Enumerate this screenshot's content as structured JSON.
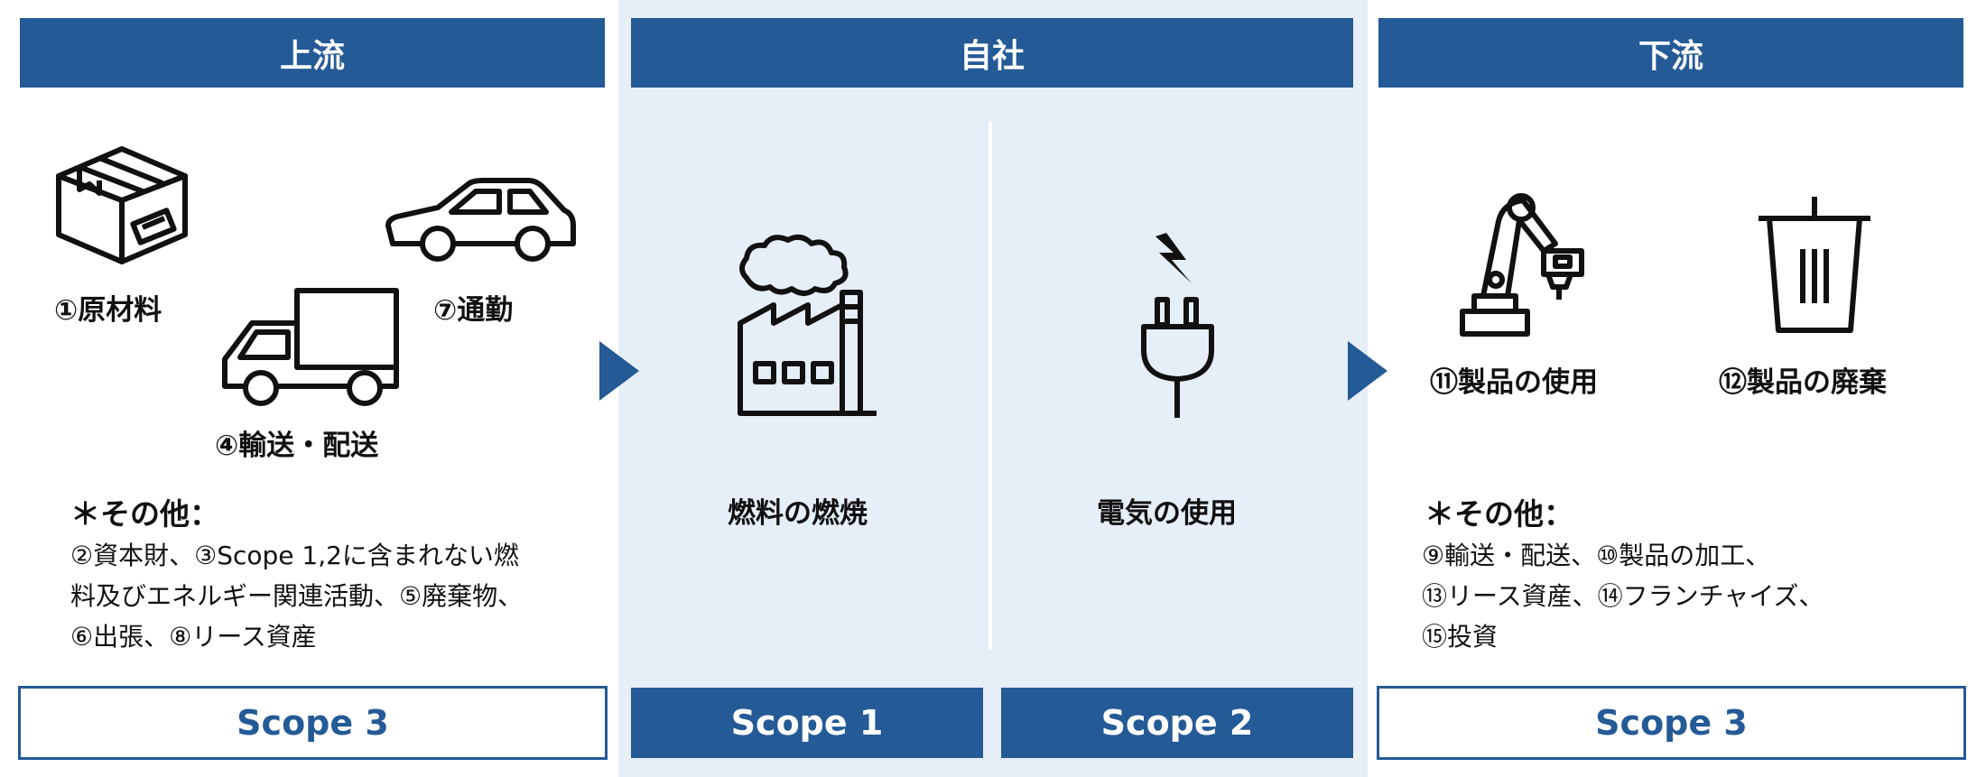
{
  "headers": {
    "upstream": "上流",
    "own_company": "自社",
    "downstream": "下流"
  },
  "upstream": {
    "items": [
      {
        "label": "①原材料",
        "icon": "box-icon"
      },
      {
        "label": "⑦通勤",
        "icon": "car-icon"
      },
      {
        "label": "④輸送・配送",
        "icon": "truck-icon"
      }
    ],
    "other_title": "＊その他：",
    "other_lines": [
      "②資本財、③Scope 1,2に含まれない燃",
      "料及びエネルギー関連活動、⑤廃棄物、",
      "⑥出張、⑧リース資産"
    ],
    "scope": "Scope 3"
  },
  "own": {
    "fuel": {
      "label": "燃料の燃焼",
      "icon": "factory-icon",
      "scope": "Scope 1"
    },
    "electricity": {
      "label": "電気の使用",
      "icon": "plug-icon",
      "scope": "Scope 2"
    }
  },
  "downstream": {
    "items": [
      {
        "label": "⑪製品の使用",
        "icon": "robot-arm-icon"
      },
      {
        "label": "⑫製品の廃棄",
        "icon": "trash-can-icon"
      }
    ],
    "other_title": "＊その他：",
    "other_lines": [
      "⑨輸送・配送、⑩製品の加工、",
      "⑬リース資産、⑭フランチャイズ、",
      "⑮投資"
    ],
    "scope": "Scope 3"
  },
  "colors": {
    "header_blue": "#245a96",
    "band_light_blue": "#e6eef8",
    "icon_stroke": "#111111"
  }
}
